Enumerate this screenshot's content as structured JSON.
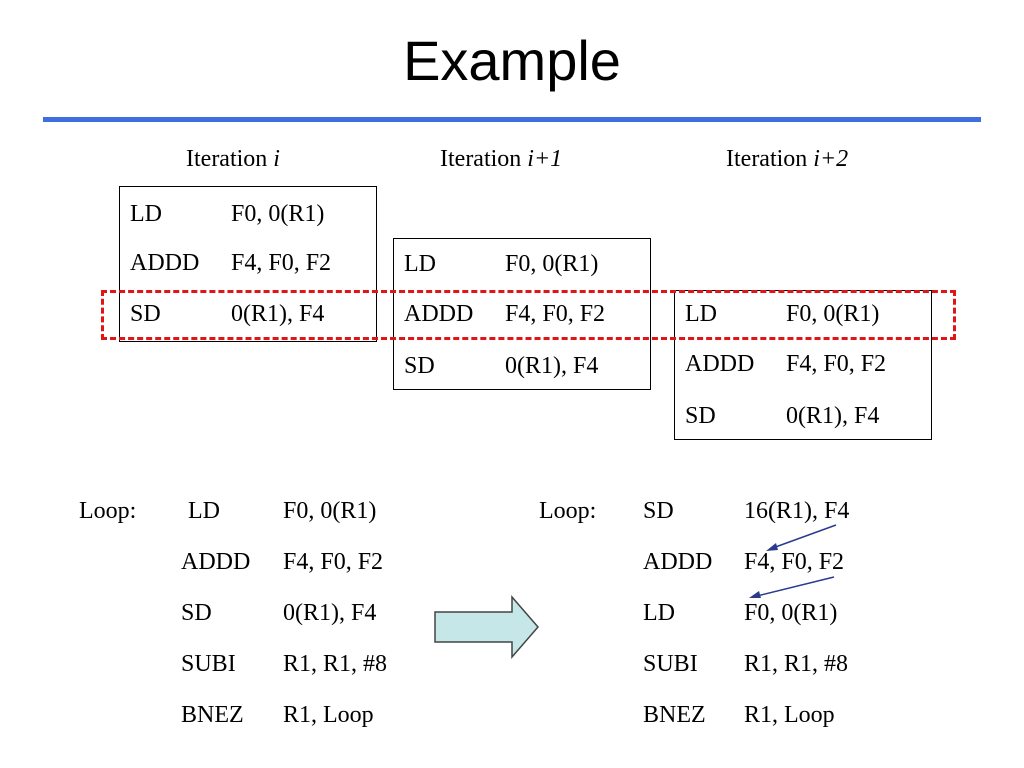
{
  "title": "Example",
  "iterations": [
    {
      "prefix": "Iteration ",
      "var": "i"
    },
    {
      "prefix": "Iteration ",
      "var": "i+1"
    },
    {
      "prefix": "Iteration ",
      "var": "i+2"
    }
  ],
  "iteration_code": [
    {
      "op": "LD",
      "args": "F0, 0(R1)"
    },
    {
      "op": "ADDD",
      "args": "F4, F0, F2"
    },
    {
      "op": "SD",
      "args": "0(R1), F4"
    }
  ],
  "loop_original": {
    "label": "Loop:",
    "rows": [
      {
        "op": "LD",
        "args": "F0, 0(R1)"
      },
      {
        "op": "ADDD",
        "args": "F4, F0, F2"
      },
      {
        "op": "SD",
        "args": "0(R1), F4"
      },
      {
        "op": "SUBI",
        "args": "R1, R1, #8"
      },
      {
        "op": "BNEZ",
        "args": "R1, Loop"
      }
    ]
  },
  "loop_pipelined": {
    "label": "Loop:",
    "rows": [
      {
        "op": "SD",
        "args": "16(R1), F4"
      },
      {
        "op": "ADDD",
        "args": "F4, F0, F2"
      },
      {
        "op": "LD",
        "args": "F0, 0(R1)"
      },
      {
        "op": "SUBI",
        "args": "R1, R1, #8"
      },
      {
        "op": "BNEZ",
        "args": "R1, Loop"
      }
    ]
  },
  "colors": {
    "title_rule": "#3f6fdf",
    "dash_box": "#e01515",
    "arrow_fill": "#c6e7e7",
    "small_arrows": "#2b3a8c"
  }
}
